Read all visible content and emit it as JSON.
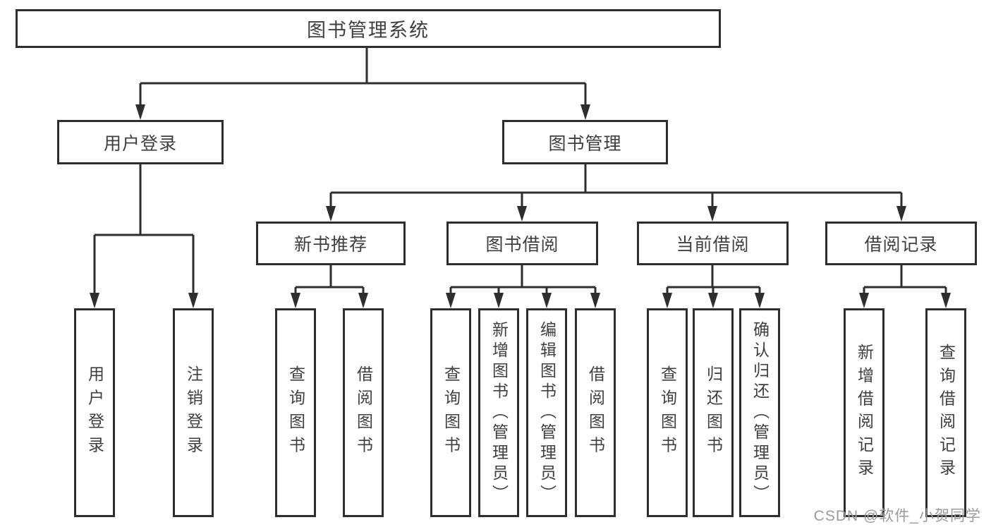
{
  "colors": {
    "line": "#2e2e2e",
    "text": "#3f3f3f",
    "watermark_gray": "#9b9b9b",
    "background": "#ffffff"
  },
  "diagram": {
    "title": "图书管理系统",
    "children": [
      {
        "label": "用户登录",
        "children": [
          {
            "label": "用户登录"
          },
          {
            "label": "注销登录"
          }
        ]
      },
      {
        "label": "图书管理",
        "children": [
          {
            "label": "新书推荐",
            "children": [
              {
                "label": "查询图书"
              },
              {
                "label": "借阅图书"
              }
            ]
          },
          {
            "label": "图书借阅",
            "children": [
              {
                "label": "查询图书"
              },
              {
                "label": "新增图书（管理员）"
              },
              {
                "label": "编辑图书（管理员）"
              },
              {
                "label": "借阅图书"
              }
            ]
          },
          {
            "label": "当前借阅",
            "children": [
              {
                "label": "查询图书"
              },
              {
                "label": "归还图书"
              },
              {
                "label": "确认归还（管理员）"
              }
            ]
          },
          {
            "label": "借阅记录",
            "children": [
              {
                "label": "新增借阅记录"
              },
              {
                "label": "查询借阅记录"
              }
            ]
          }
        ]
      }
    ]
  },
  "watermark": "CSDN @软件_小贺同学"
}
